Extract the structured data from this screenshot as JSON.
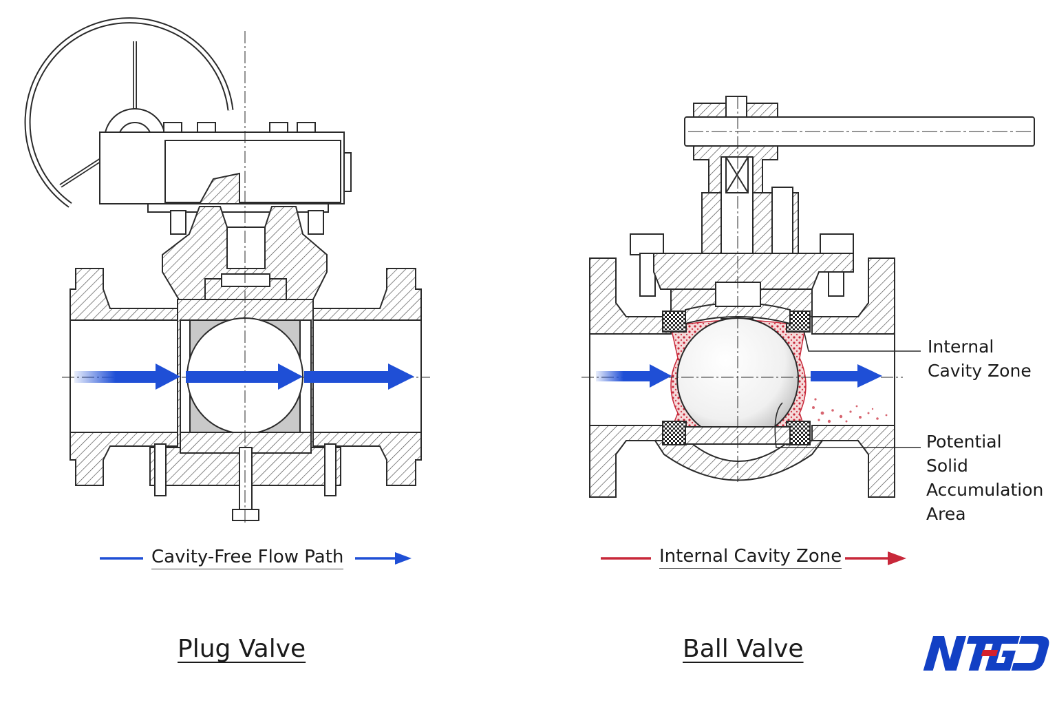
{
  "plug_valve": {
    "title": "Plug Valve",
    "legend": "Cavity-Free Flow Path",
    "legend_color": "#1f4fd6"
  },
  "ball_valve": {
    "title": "Ball Valve",
    "legend": "Internal Cavity Zone",
    "legend_color": "#c8283a",
    "callout_cavity": [
      "Internal",
      "Cavity Zone"
    ],
    "callout_solid": [
      "Potential",
      "Solid",
      "Accumulation",
      "Area"
    ]
  },
  "logo": {
    "text": "NTGD",
    "color_primary": "#1240c4",
    "color_accent": "#d4202c"
  },
  "colors": {
    "line": "#2a2a2a",
    "flow_arrow": "#1f4fd6",
    "cavity_marker": "#c8283a"
  }
}
